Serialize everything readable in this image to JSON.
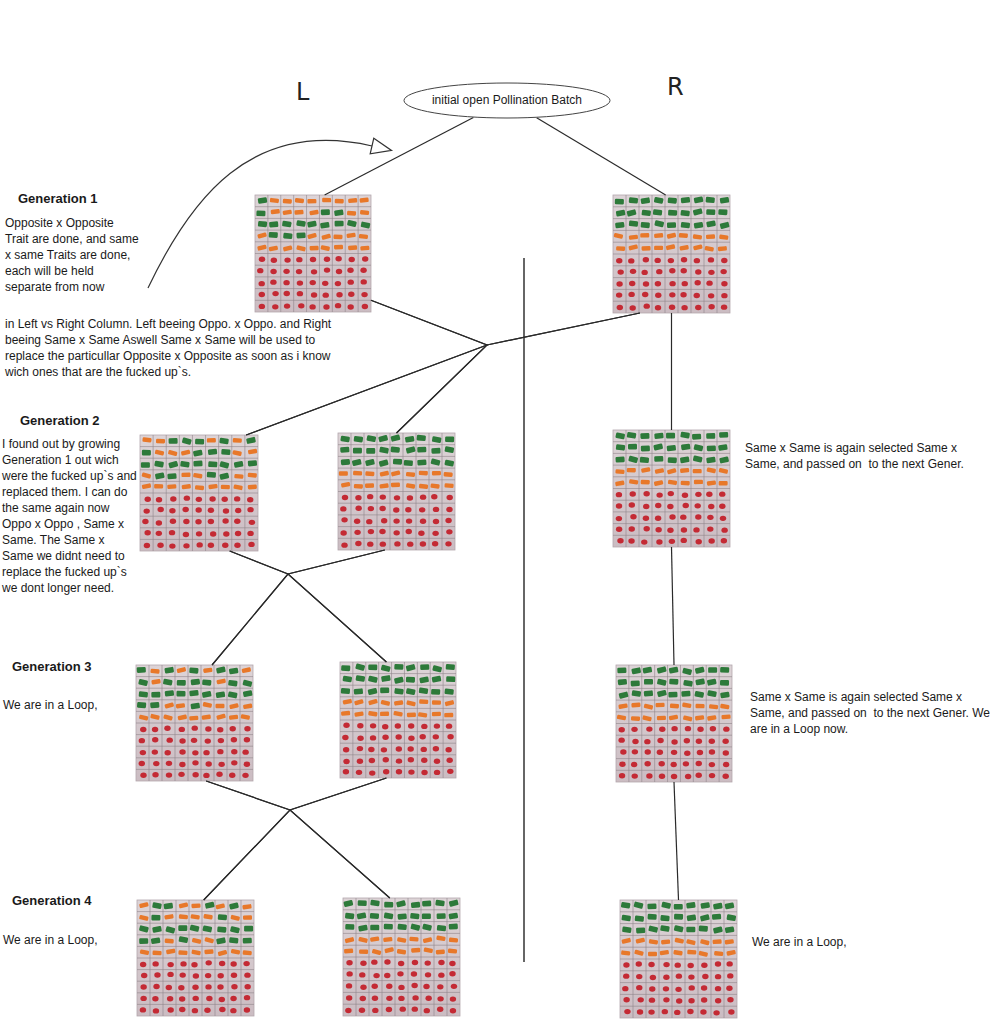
{
  "diagram": {
    "nodes": [
      {
        "text": [
          "initial open Pollination Batch"
        ]
      },
      {
        "text": []
      },
      {
        "text": []
      },
      {
        "text": []
      },
      {
        "text": []
      },
      {
        "text": []
      },
      {
        "text": []
      },
      {
        "text": []
      },
      {
        "text": []
      },
      {
        "text": []
      },
      {
        "text": []
      },
      {
        "text": []
      }
    ],
    "edges": [
      {
        "from": 0,
        "to": 1,
        "arrow": "none"
      },
      {
        "from": 0,
        "to": 2,
        "arrow": "none"
      },
      {
        "from": 1,
        "to": 3,
        "arrow": "none"
      },
      {
        "from": 1,
        "to": 4,
        "arrow": "none"
      },
      {
        "from": 2,
        "to": 3,
        "arrow": "none"
      },
      {
        "from": 2,
        "to": 4,
        "arrow": "none"
      },
      {
        "from": 2,
        "to": 5,
        "arrow": "none"
      },
      {
        "from": 3,
        "to": 6,
        "arrow": "none"
      },
      {
        "from": 3,
        "to": 7,
        "arrow": "none"
      },
      {
        "from": 4,
        "to": 6,
        "arrow": "none"
      },
      {
        "from": 4,
        "to": 7,
        "arrow": "none"
      },
      {
        "from": 5,
        "to": 8,
        "arrow": "none"
      },
      {
        "from": 6,
        "to": 9,
        "arrow": "none"
      },
      {
        "from": 6,
        "to": 10,
        "arrow": "none"
      },
      {
        "from": 7,
        "to": 9,
        "arrow": "none"
      },
      {
        "from": 7,
        "to": 10,
        "arrow": "none"
      },
      {
        "from": 8,
        "to": 11,
        "arrow": "none"
      }
    ],
    "labels": [
      "L",
      "R",
      "Generation 1",
      "Opposite x Opposite Trait are done, and same x same Traits are done, each will be held separate from now",
      "in Left vs Right Column. Left beeing Oppo. x Oppo. and Right beeing Same x Same Aswell Same x Same will be used to replace the particullar Opposite x Opposite as soon as i know wich ones that are the fucked up`s.",
      "Generation 2",
      "I found out by growing Generation 1 out wich were the fucked up`s and replaced them. I can do the same again now Oppo x Oppo , Same x Same. The Same x Same we didnt need to replace the fucked up`s we dont longer need.",
      "Same x Same is again selected Same x Same, and passed on  to the next Gener.",
      "Generation 3",
      "We are in a Loop,",
      "Same x Same is again selected Same x Same, and passed on  to the next Gener. We are in a Loop now.",
      "Generation 4",
      "We are in a Loop,",
      "We are in a Loop,"
    ]
  }
}
